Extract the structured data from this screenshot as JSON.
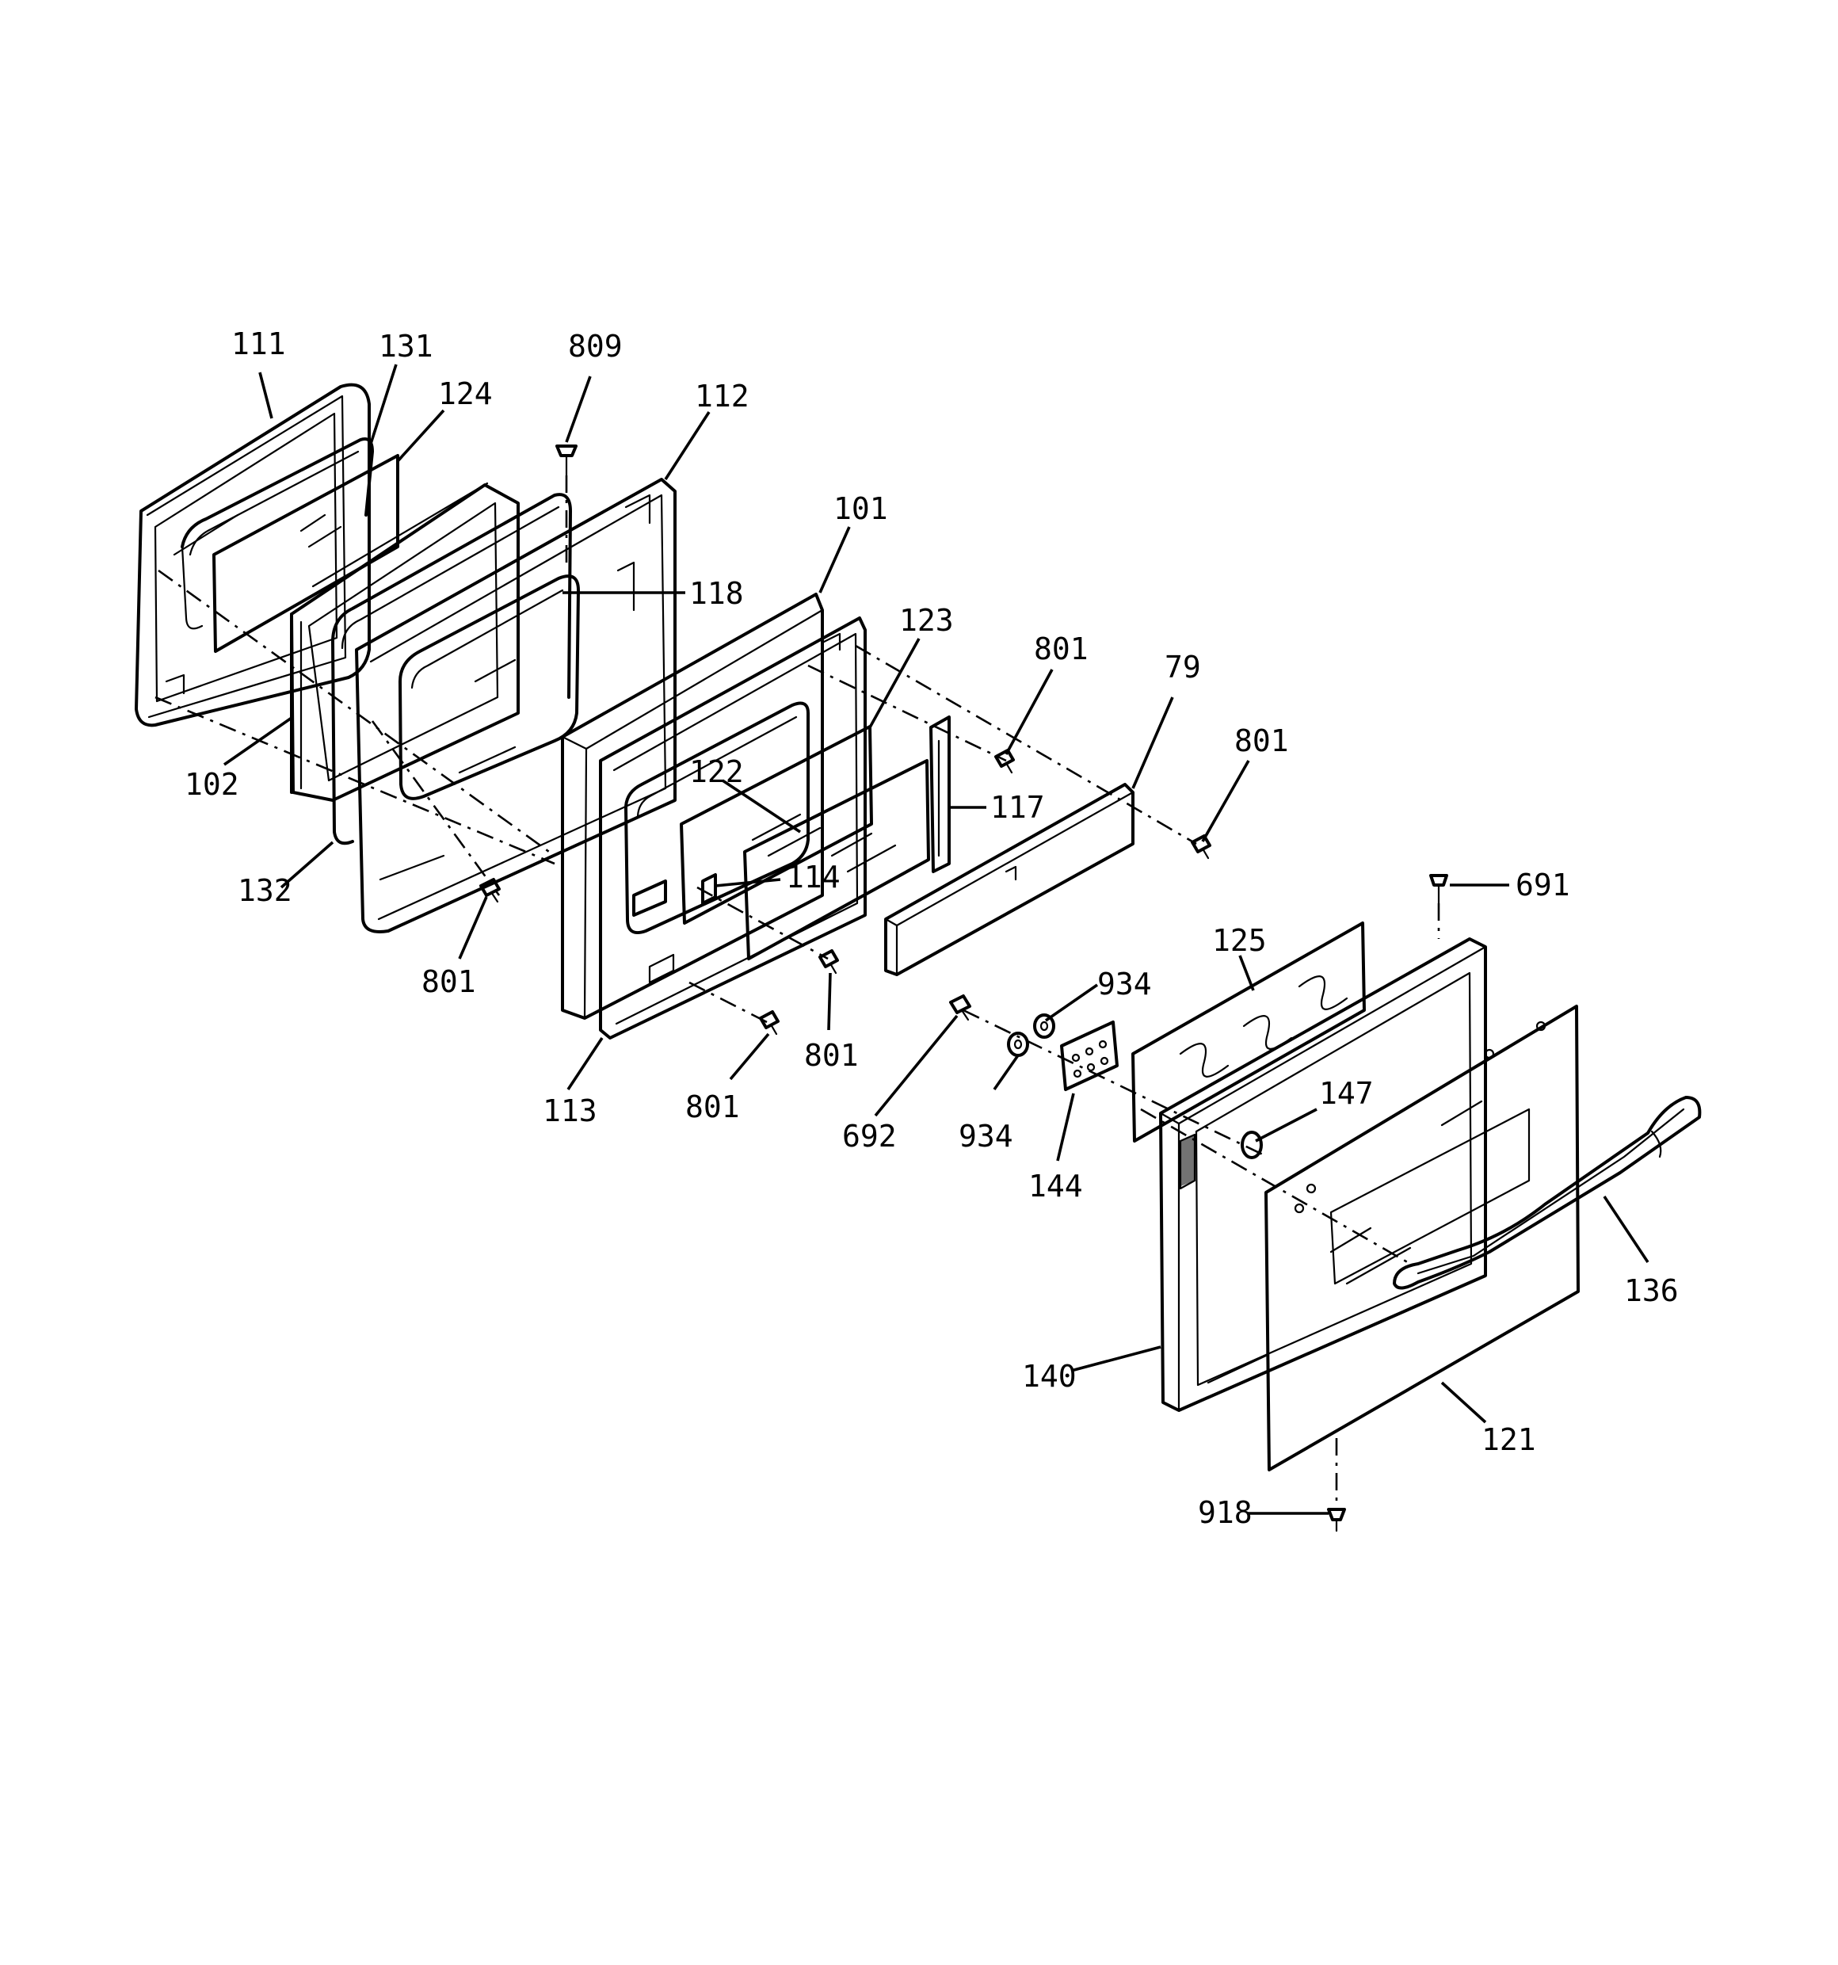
{
  "callouts": [
    {
      "id": "111",
      "text": "111"
    },
    {
      "id": "131",
      "text": "131"
    },
    {
      "id": "124",
      "text": "124"
    },
    {
      "id": "809",
      "text": "809"
    },
    {
      "id": "112",
      "text": "112"
    },
    {
      "id": "101",
      "text": "101"
    },
    {
      "id": "118",
      "text": "118"
    },
    {
      "id": "123",
      "text": "123"
    },
    {
      "id": "801a",
      "text": "801"
    },
    {
      "id": "79",
      "text": "79"
    },
    {
      "id": "801b",
      "text": "801"
    },
    {
      "id": "122",
      "text": "122"
    },
    {
      "id": "117",
      "text": "117"
    },
    {
      "id": "102",
      "text": "102"
    },
    {
      "id": "114",
      "text": "114"
    },
    {
      "id": "132",
      "text": "132"
    },
    {
      "id": "691",
      "text": "691"
    },
    {
      "id": "125",
      "text": "125"
    },
    {
      "id": "801c",
      "text": "801"
    },
    {
      "id": "934a",
      "text": "934"
    },
    {
      "id": "801d",
      "text": "801"
    },
    {
      "id": "147",
      "text": "147"
    },
    {
      "id": "113",
      "text": "113"
    },
    {
      "id": "801e",
      "text": "801"
    },
    {
      "id": "692",
      "text": "692"
    },
    {
      "id": "934b",
      "text": "934"
    },
    {
      "id": "144",
      "text": "144"
    },
    {
      "id": "136",
      "text": "136"
    },
    {
      "id": "140",
      "text": "140"
    },
    {
      "id": "121",
      "text": "121"
    },
    {
      "id": "918",
      "text": "918"
    }
  ]
}
